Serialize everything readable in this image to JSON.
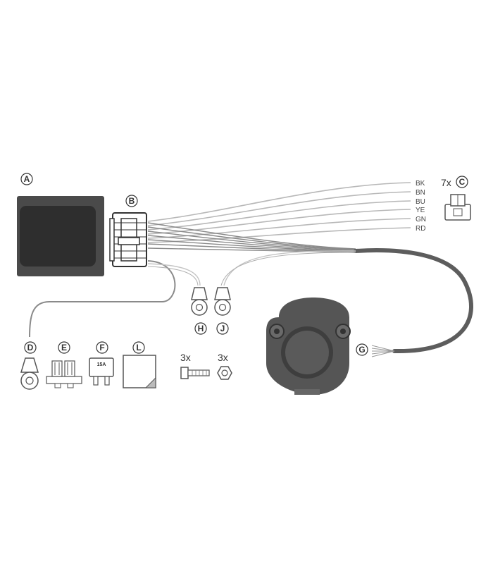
{
  "components": {
    "A": "A",
    "B": "B",
    "C": "C",
    "D": "D",
    "E": "E",
    "F": "F",
    "G": "G",
    "H": "H",
    "J": "J",
    "L": "L"
  },
  "wire_colors": [
    "BK",
    "BN",
    "BU",
    "YE",
    "GN",
    "RD"
  ],
  "quantities": {
    "terminal": "7x",
    "bolt": "3x",
    "nut": "3x"
  },
  "fuse_rating": "15A"
}
